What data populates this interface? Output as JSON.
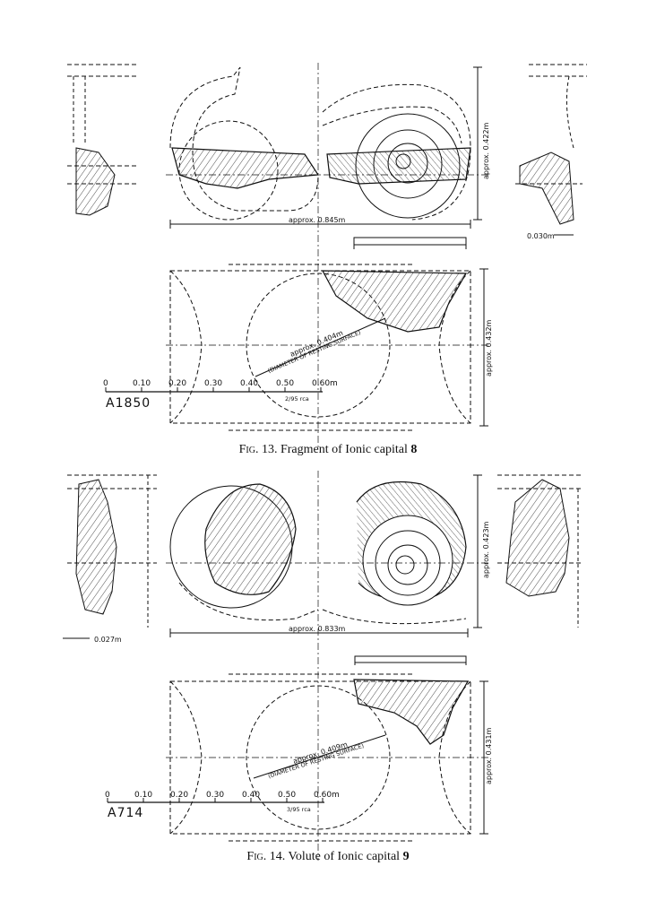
{
  "figures": [
    {
      "caption_prefix": "Fig. 13.",
      "caption_text": "Fragment of Ionic capital",
      "caption_number": "8",
      "dim_width": "approx. 0.845m",
      "dim_height_top": "approx. 0.422m",
      "dim_height_bottom": "approx. 0.432m",
      "dim_side": "0.030m",
      "dim_diameter": "approx. 0.404m",
      "dim_diameter_note": "(DIAMETER OF RESTING SURFACE)",
      "scale_ticks": [
        "0",
        "0.10",
        "0.20",
        "0.30",
        "0.40",
        "0.50",
        "0.60m"
      ],
      "inventory": "A1850",
      "initials": "2/95 rca"
    },
    {
      "caption_prefix": "Fig. 14.",
      "caption_text": "Volute of Ionic capital",
      "caption_number": "9",
      "dim_width": "approx. 0.833m",
      "dim_height_top": "approx. 0.423m",
      "dim_height_bottom": "approx. 0.431m",
      "dim_side": "0.027m",
      "dim_diameter": "approx. 0.409m",
      "dim_diameter_note": "(DIAMETER OF RESTING SURFACE)",
      "scale_ticks": [
        "0",
        "0.10",
        "0.20",
        "0.30",
        "0.40",
        "0.50",
        "0.60m"
      ],
      "inventory": "A714",
      "initials": "3/95 rca"
    }
  ]
}
